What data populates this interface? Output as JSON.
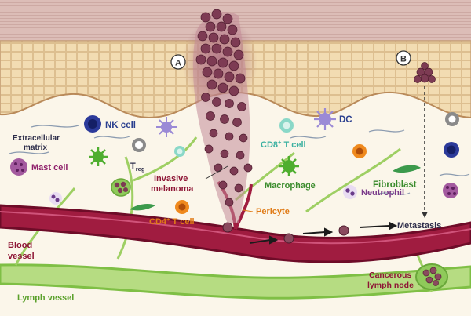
{
  "markers": {
    "a": "A",
    "b": "B"
  },
  "labels": {
    "extracellular_matrix_line1": "Extracellular",
    "extracellular_matrix_line2": "matrix",
    "nk_cell": "NK cell",
    "mast_cell": "Mast cell",
    "treg_main": "T",
    "treg_sub": "reg",
    "invasive_melanoma_line1": "Invasive",
    "invasive_melanoma_line2": "melanoma",
    "dc": "DC",
    "cd8_main": "CD8",
    "cd8_sup": "+",
    "cd8_rest": " T cell",
    "macrophage": "Macrophage",
    "fibroblast": "Fibroblast",
    "neutrophil": "Neutrophil",
    "pericyte": "Pericyte",
    "cd4_main": "CD4",
    "cd4_sup": "+",
    "cd4_rest": " T cell",
    "metastasis": "Metastasis",
    "blood_vessel_line1": "Blood",
    "blood_vessel_line2": "vessel",
    "lymph_vessel": "Lymph vessel",
    "cancerous_lymph_node_line1": "Cancerous",
    "cancerous_lymph_node_line2": "lymph node"
  },
  "colors": {
    "epidermis_top": "#d9b9b3",
    "epidermis": "#f2dcb2",
    "dermis": "#fbf6ea",
    "blood_vessel": "#8e1535",
    "lymph": "#9ecf63",
    "tumor": "#8a4a5e",
    "label_blue": "#2a3f8f",
    "label_green": "#3a8b2c",
    "label_orange": "#e07b17",
    "label_dark": "#2d2d4a",
    "label_maroon": "#8e1535"
  }
}
